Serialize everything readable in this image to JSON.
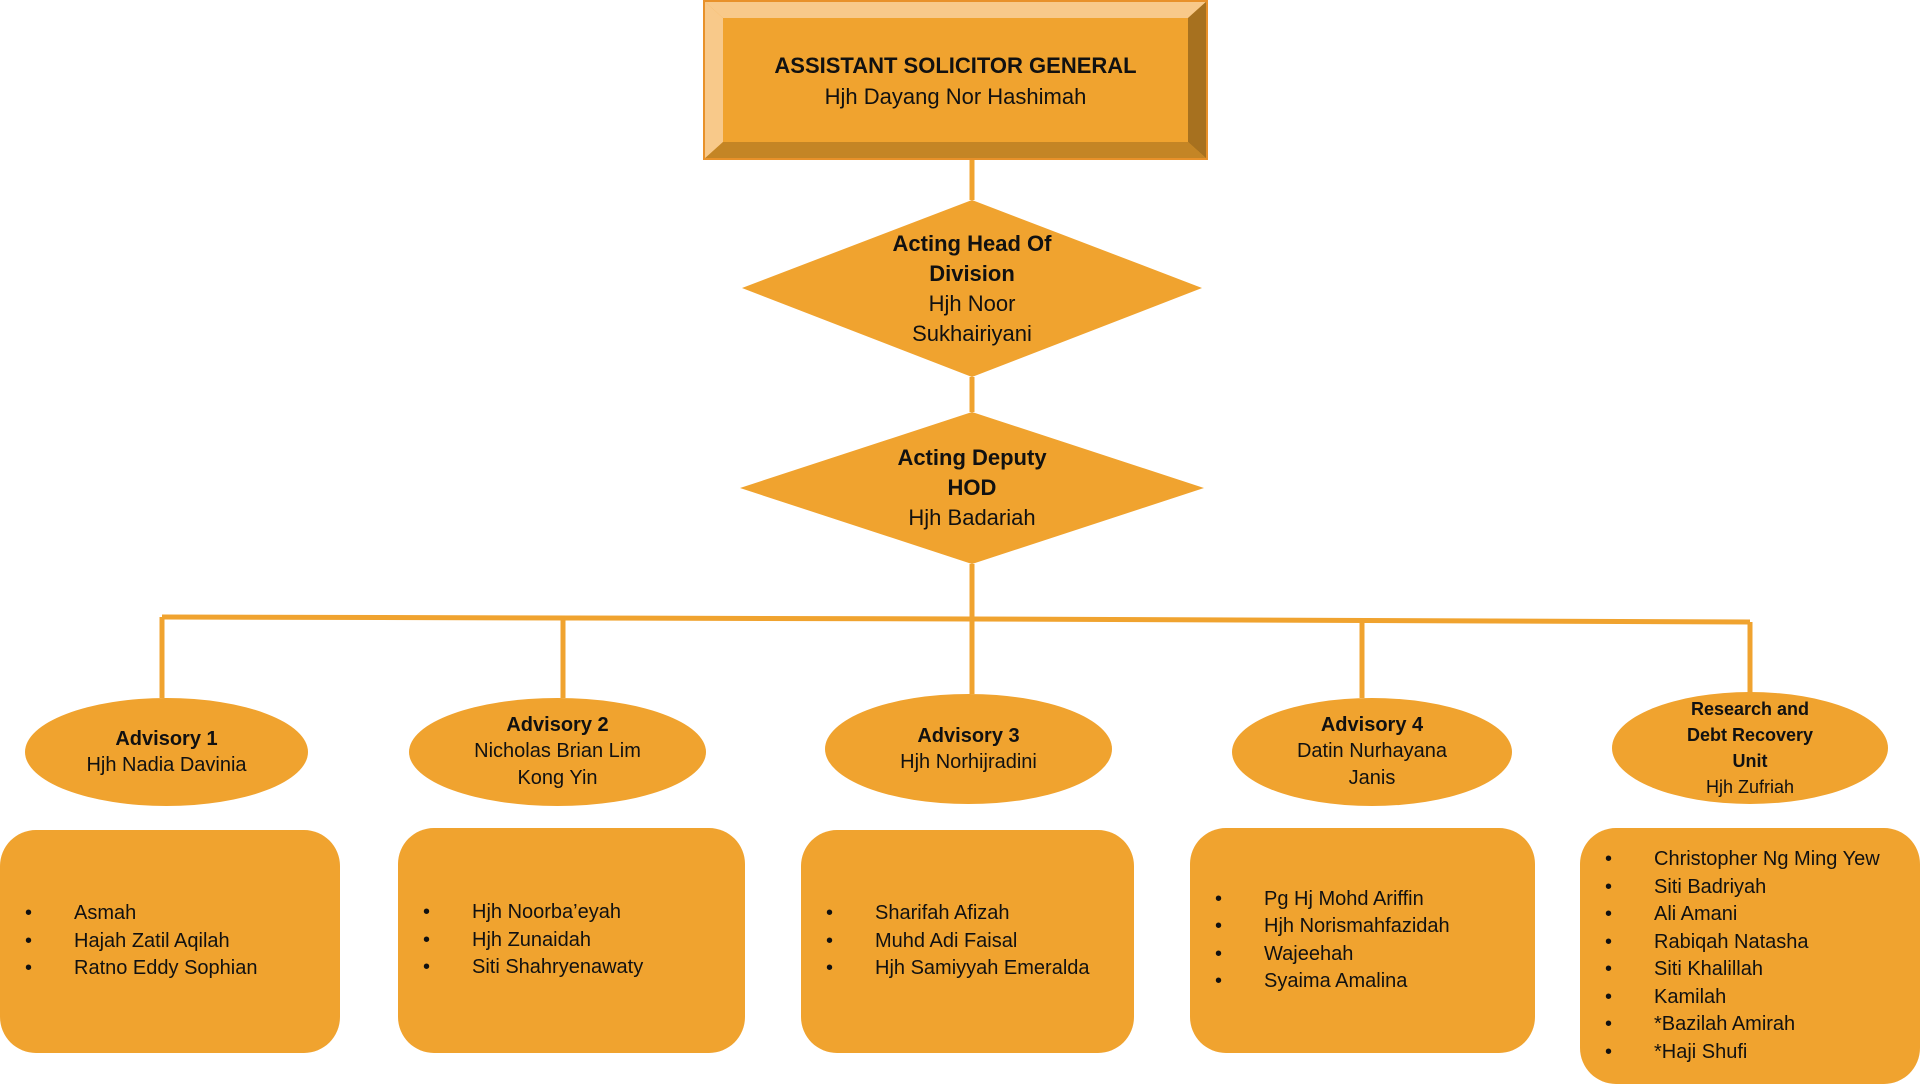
{
  "chart": {
    "top": {
      "title": "ASSISTANT SOLICITOR GENERAL",
      "name": "Hjh Dayang Nor Hashimah"
    },
    "hod": {
      "role_line1": "Acting Head Of",
      "role_line2": "Division",
      "name_line1": "Hjh Noor",
      "name_line2": "Sukhairiyani"
    },
    "deputy": {
      "role_line1": "Acting Deputy",
      "role_line2": "HOD",
      "name": "Hjh Badariah"
    },
    "units": [
      {
        "role": "Advisory 1",
        "name_line1": "Hjh Nadia Davinia",
        "name_line2": "",
        "members": [
          "Asmah",
          "Hajah Zatil Aqilah",
          "Ratno Eddy Sophian"
        ]
      },
      {
        "role": "Advisory 2",
        "name_line1": "Nicholas Brian Lim",
        "name_line2": "Kong Yin",
        "members": [
          "Hjh Noorba’eyah",
          "Hjh Zunaidah",
          "Siti Shahryenawaty"
        ]
      },
      {
        "role": "Advisory 3",
        "name_line1": "Hjh Norhijradini",
        "name_line2": "",
        "members": [
          "Sharifah Afizah",
          "Muhd Adi Faisal",
          "Hjh Samiyyah Emeralda"
        ]
      },
      {
        "role": "Advisory 4",
        "name_line1": "Datin Nurhayana",
        "name_line2": "Janis",
        "members": [
          "Pg Hj Mohd Ariffin",
          "Hjh Norismahfazidah",
          "Wajeehah",
          "Syaima Amalina"
        ]
      },
      {
        "role_line1": "Research and",
        "role_line2": "Debt Recovery",
        "role_line3": "Unit",
        "name_line1": "Hjh Zufriah",
        "members": [
          "Christopher Ng Ming Yew",
          "Siti Badriyah",
          "Ali Amani",
          "Rabiqah Natasha",
          "Siti Khalillah",
          "Kamilah",
          "*Bazilah Amirah",
          "*Haji Shufi"
        ]
      }
    ],
    "bullet": "•",
    "colors": {
      "fill": "#F0A32F",
      "line": "#F0A32F",
      "bevel_light": "#F8C98A",
      "bevel_dark": "#A7711F"
    }
  }
}
